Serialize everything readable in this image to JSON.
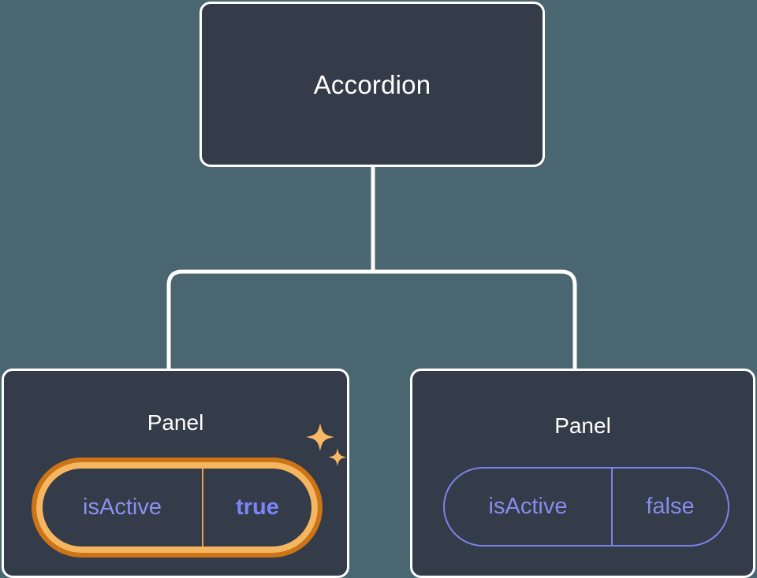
{
  "canvas": {
    "background_color": "#4a6670",
    "node_fill_color": "#343b49",
    "node_border_color": "#ffffff",
    "edge_color": "#ffffff",
    "highlight_outer_color": "#cd7416",
    "highlight_inner_color": "#f6b65f",
    "prop_text_color": "#868de9",
    "prop_border_color": "#7b83e8",
    "sparkle_color": "#f9b866"
  },
  "tree": {
    "root": {
      "title": "Accordion"
    },
    "children": [
      {
        "title": "Panel",
        "highlighted": true,
        "prop": {
          "key": "isActive",
          "value": "true"
        },
        "sparkle_icon": "sparkles-icon"
      },
      {
        "title": "Panel",
        "highlighted": false,
        "prop": {
          "key": "isActive",
          "value": "false"
        }
      }
    ]
  }
}
